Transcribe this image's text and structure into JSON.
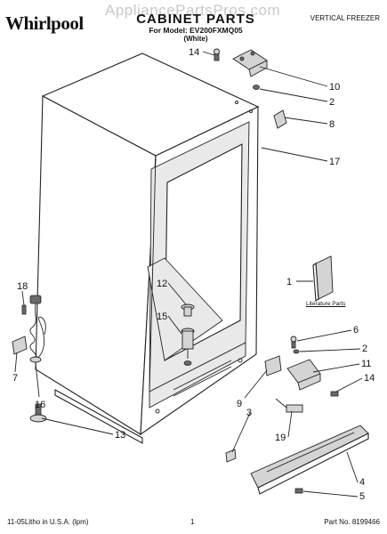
{
  "header": {
    "brand": "Whirlpool",
    "watermark": "AppliancePartsPros.com",
    "title": "CABINET PARTS",
    "model_line": "For Model: EV200FXMQ05",
    "variant": "(White)",
    "category": "VERTICAL FREEZER"
  },
  "literature_label": "Literature Parts",
  "callouts": [
    {
      "id": "c14a",
      "text": "14"
    },
    {
      "id": "c10",
      "text": "10"
    },
    {
      "id": "c2a",
      "text": "2"
    },
    {
      "id": "c8",
      "text": "8"
    },
    {
      "id": "c17",
      "text": "17"
    },
    {
      "id": "c1",
      "text": "1"
    },
    {
      "id": "c12",
      "text": "12"
    },
    {
      "id": "c15",
      "text": "15"
    },
    {
      "id": "c18",
      "text": "18"
    },
    {
      "id": "c7",
      "text": "7"
    },
    {
      "id": "c16",
      "text": "16"
    },
    {
      "id": "c6",
      "text": "6"
    },
    {
      "id": "c2b",
      "text": "2"
    },
    {
      "id": "c11",
      "text": "11"
    },
    {
      "id": "c14b",
      "text": "14"
    },
    {
      "id": "c9",
      "text": "9"
    },
    {
      "id": "c3",
      "text": "3"
    },
    {
      "id": "c19",
      "text": "19"
    },
    {
      "id": "c13",
      "text": "13"
    },
    {
      "id": "c4",
      "text": "4"
    },
    {
      "id": "c5",
      "text": "5"
    }
  ],
  "footer": {
    "left": "11-05Litho in U.S.A. (lpm)",
    "center": "1",
    "right": "Part No. 8199466"
  }
}
